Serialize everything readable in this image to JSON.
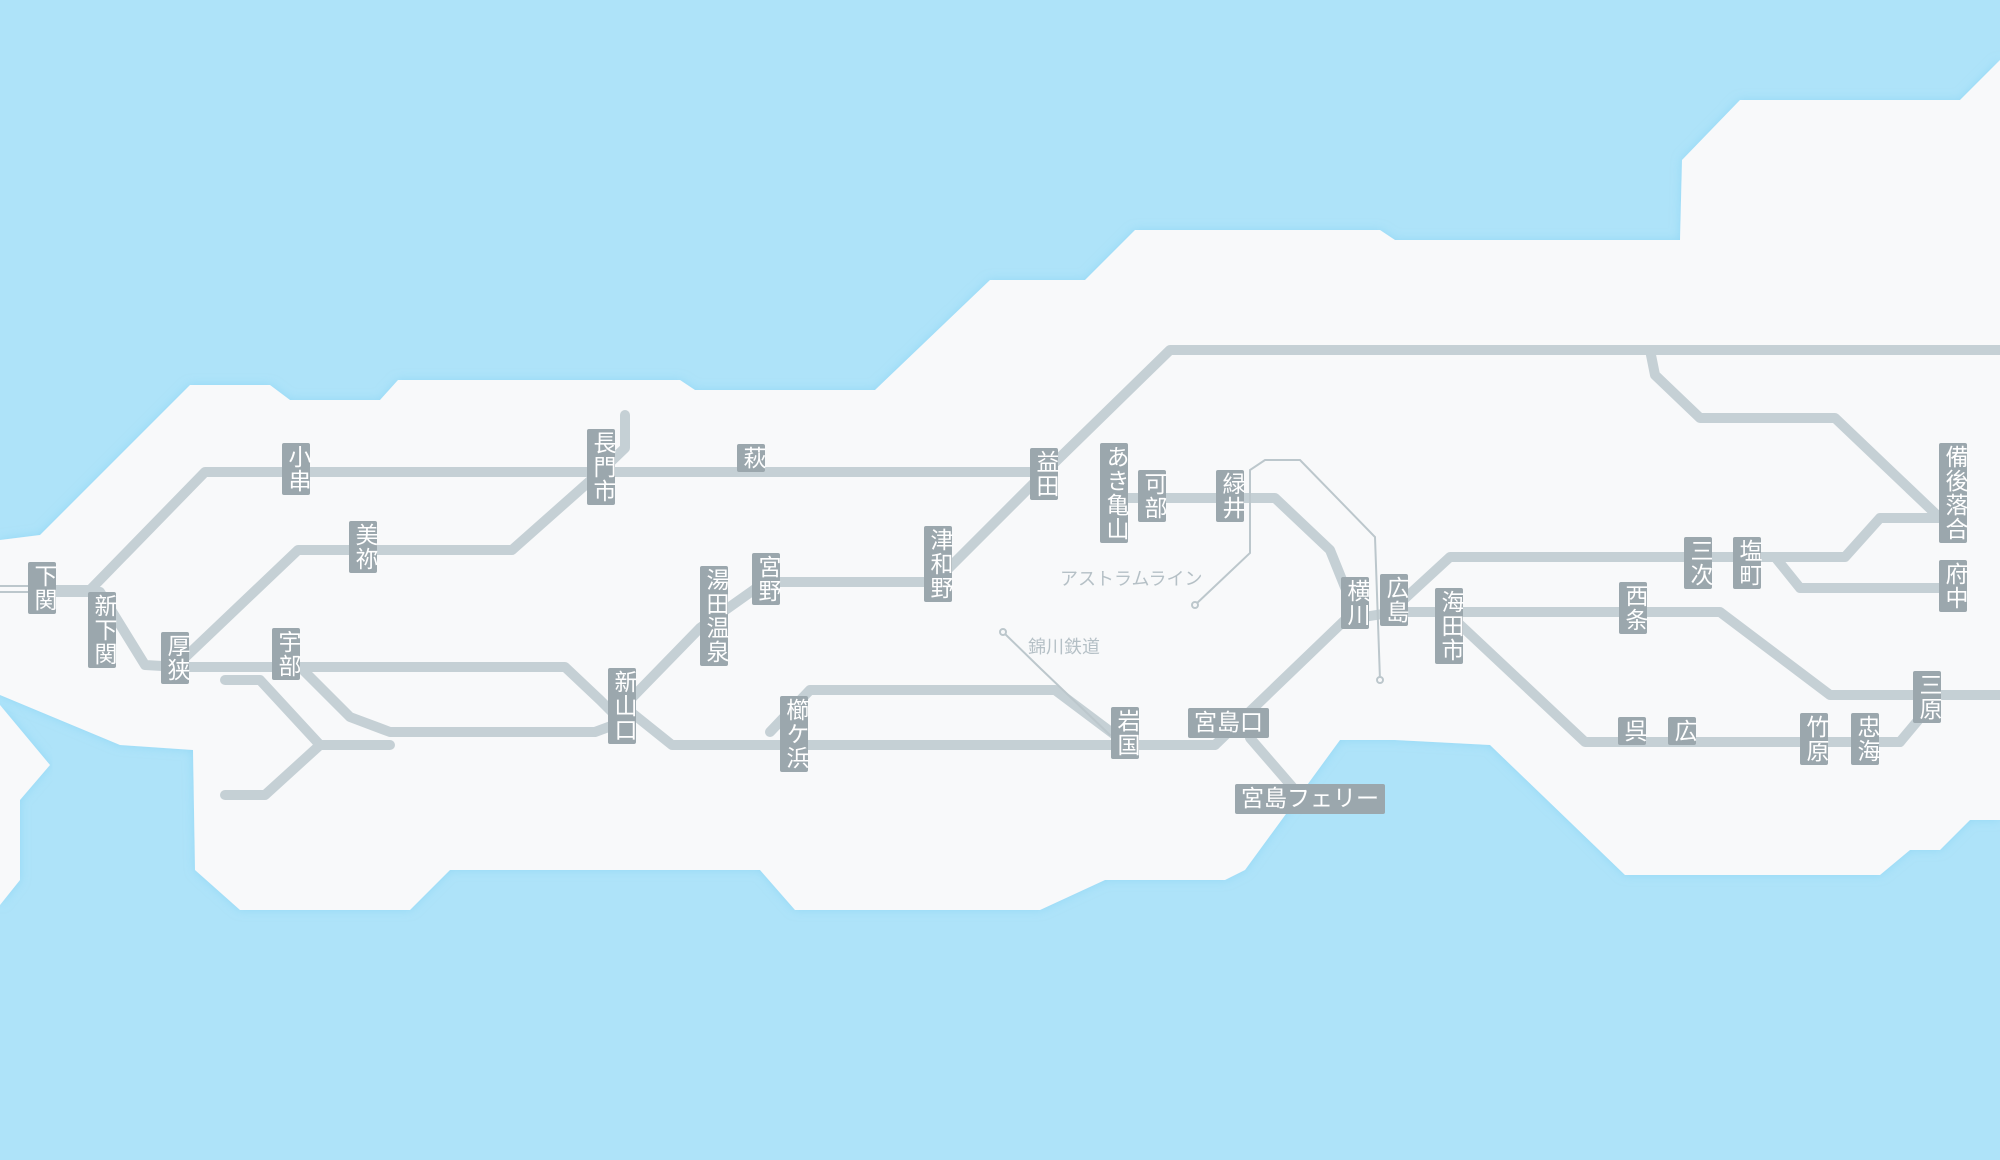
{
  "map": {
    "colors": {
      "sea": "#aee3f9",
      "land": "#f8f9fa",
      "rail": "#c5d0d5",
      "rail_thin": "#bcc7cc",
      "station_bg": "#9ba7ad",
      "station_text": "#ffffff",
      "label_text": "#b5c0c6"
    },
    "stations": {
      "shimonoseki": "下関",
      "shin_shimonoseki": "新下関",
      "kogushi": "小串",
      "mine": "美祢",
      "asa": "厚狭",
      "ube": "宇部",
      "nagatoshi": "長門市",
      "hagi": "萩",
      "yudaonsen": "湯田温泉",
      "shinyamaguchi": "新山口",
      "miyano": "宮野",
      "kushigahama": "櫛ケ浜",
      "tsuwano": "津和野",
      "masuda": "益田",
      "akikameyama": "あき亀山",
      "kabe": "可部",
      "midorii": "緑井",
      "iwakuni": "岩国",
      "miyajimaguchi": "宮島口",
      "miyajima_ferry": "宮島フェリー",
      "yokogawa": "横川",
      "hiroshima": "広島",
      "kaitaichi": "海田市",
      "saijo": "西条",
      "kure": "呉",
      "hiro": "広",
      "takehara": "竹原",
      "tadanoumi": "忠海",
      "mihara": "三原",
      "miyoshi": "三次",
      "shiomachi": "塩町",
      "bingo_ochiai": "備後落合",
      "fuchu": "府中"
    },
    "lines": {
      "astram": "アストラムライン",
      "nishikigawa": "錦川鉄道"
    }
  }
}
